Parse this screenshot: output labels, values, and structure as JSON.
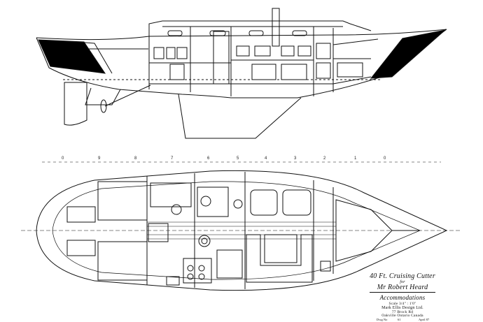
{
  "title_block": {
    "title": "40 Ft. Cruising Cutter",
    "for_label": "for",
    "client": "Mr Robert Heard",
    "sheet": "Accommodations",
    "scale": "Scale 3/4\" : 1'0\"",
    "firm": "Mark Ellis Design Ltd.",
    "address": "77 Brock Rd",
    "city": "Oakville Ontario Canada",
    "dwg_label": "Dwg No",
    "dwg_no": "61",
    "date": "April 87"
  },
  "stations": [
    "0",
    "9",
    "8",
    "7",
    "6",
    "5",
    "4",
    "3",
    "2",
    "1",
    "0"
  ],
  "colors": {
    "ink": "#111111",
    "paper": "#ffffff",
    "hull_fill": "#000000"
  }
}
